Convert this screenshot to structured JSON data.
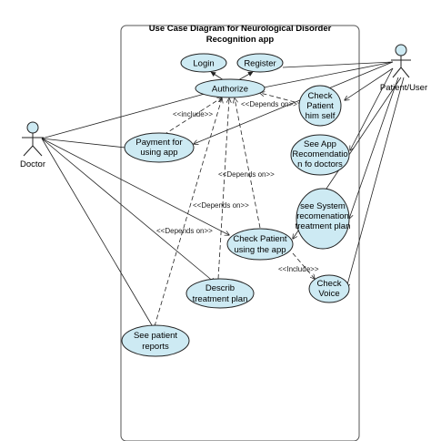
{
  "system": {
    "title_line1": "Use Case Diagram for Neurological Disorder",
    "title_line2": "Recognition app"
  },
  "actors": {
    "doctor": "Doctor",
    "patient": "Patient/User"
  },
  "use_cases": {
    "login": "Login",
    "register": "Register",
    "authorize": "Authorize",
    "payment": [
      "Payment for",
      "using app"
    ],
    "check_himself": [
      "Check",
      "Patient",
      "him self"
    ],
    "app_recommendation": [
      "See App",
      "Recomendatio",
      "n fo doctors"
    ],
    "treatment_plan": [
      "see System",
      "recomenation",
      "treatment plan"
    ],
    "check_patient": [
      "Check Patient",
      "using the app"
    ],
    "describe_plan": [
      "Describ",
      "treatment plan"
    ],
    "check_voice": [
      "Check",
      "Voice"
    ],
    "see_reports": [
      "See patient",
      "reports"
    ]
  },
  "relations": {
    "include_payment": "<<include>>",
    "depends_himself": "<<Depends on>>",
    "depends_1": "<<Depends on>>",
    "depends_2": "<<Depends on>>",
    "depends_3": "<<Depends on>>",
    "include_voice": "<<Include>>"
  }
}
